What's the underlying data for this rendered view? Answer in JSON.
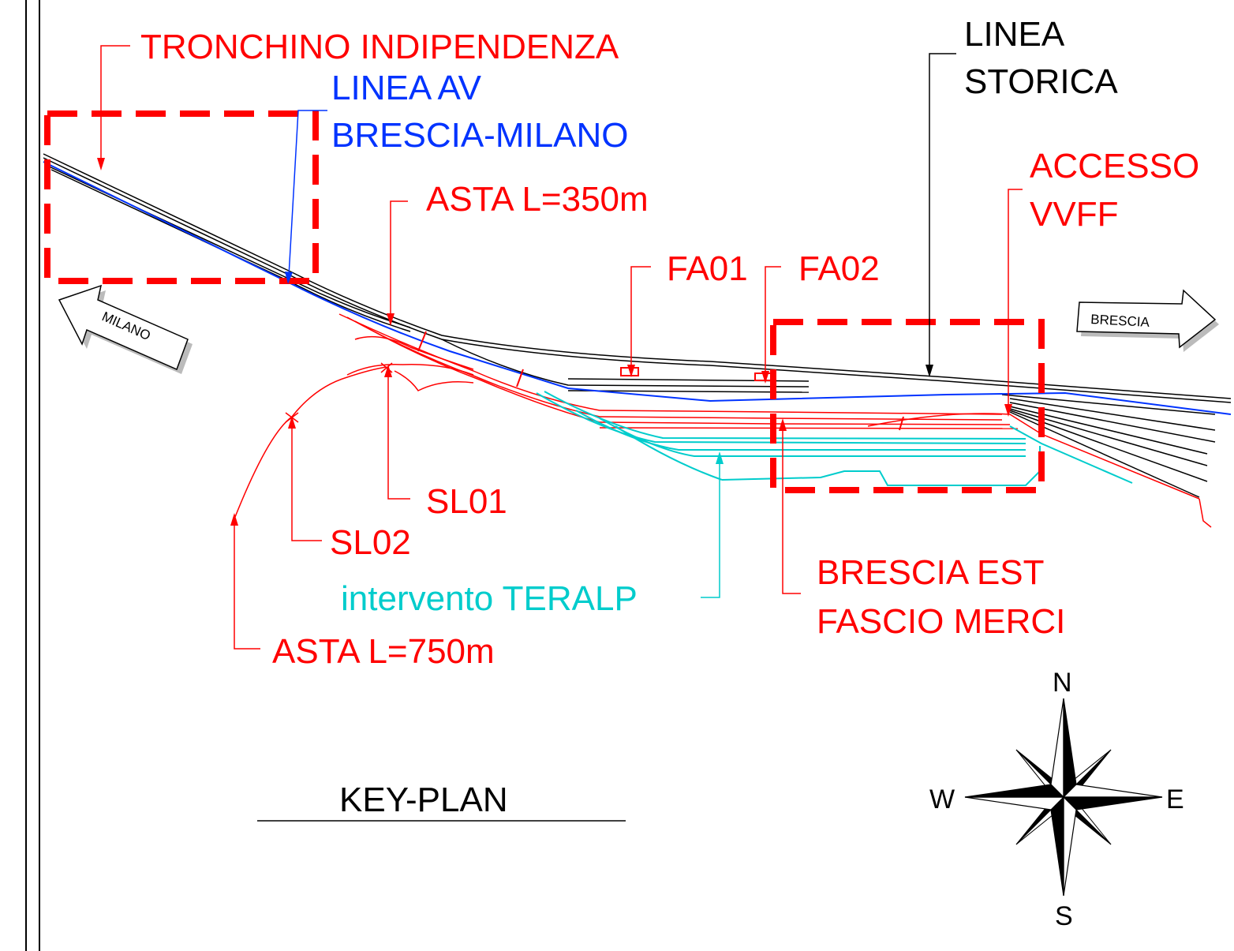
{
  "colors": {
    "red": "#ff0000",
    "blue": "#0033ff",
    "black": "#000000",
    "cyan": "#00cccc"
  },
  "labels": {
    "tronchino": "TRONCHINO INDIPENDENZA",
    "linea_av_1": "LINEA AV",
    "linea_av_2": "BRESCIA-MILANO",
    "linea_storica_1": "LINEA",
    "linea_storica_2": "STORICA",
    "accesso_1": "ACCESSO",
    "accesso_2": "VVFF",
    "asta_350": "ASTA L=350m",
    "fa01": "FA01",
    "fa02": "FA02",
    "sl01": "SL01",
    "sl02": "SL02",
    "teralp": "intervento TERALP",
    "brescia_est_1": "BRESCIA EST",
    "brescia_est_2": "FASCIO MERCI",
    "asta_750": "ASTA L=750m",
    "key_plan": "KEY-PLAN"
  },
  "direction_arrows": {
    "milano": "MILANO",
    "brescia": "BRESCIA"
  },
  "compass": {
    "north": "N",
    "south": "S",
    "east": "E",
    "west": "W"
  }
}
